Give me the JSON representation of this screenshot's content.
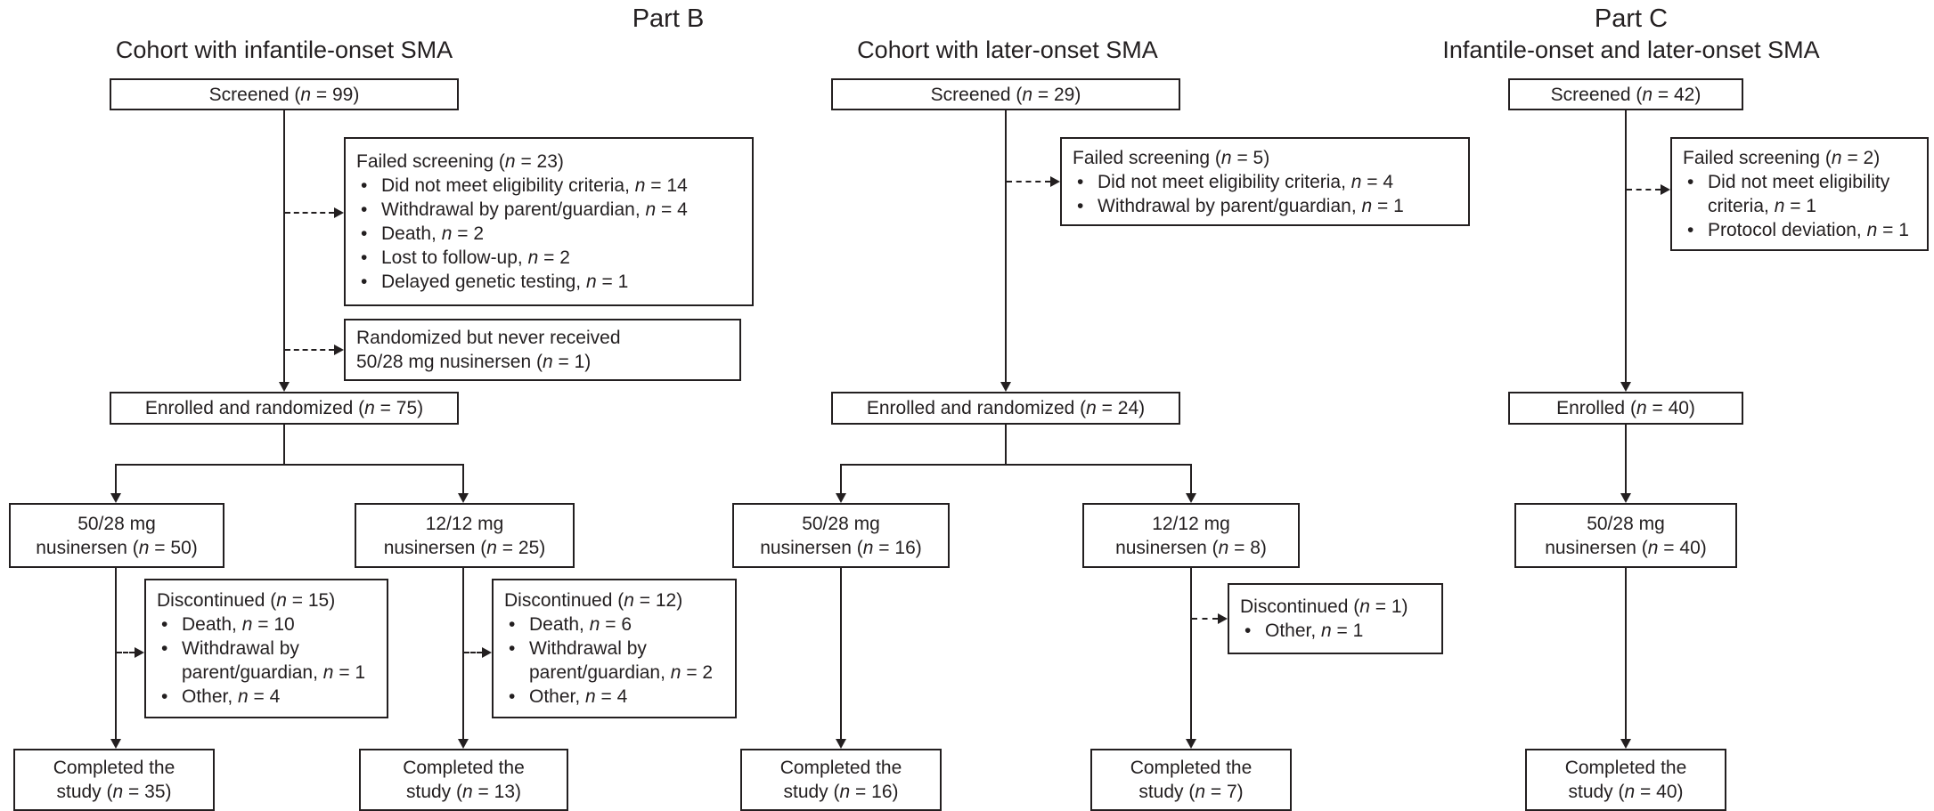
{
  "colors": {
    "ink": "#231f20",
    "background": "#ffffff"
  },
  "glyphs": {
    "bullet": "•"
  },
  "part_b": {
    "title": "Part B",
    "infantile": {
      "cohort_title": "Cohort with infantile-onset SMA",
      "screened": "Screened (n = 99)",
      "failed_screening": {
        "title": "Failed screening (n = 23)",
        "bullets": [
          "Did not meet eligibility criteria, n = 14",
          "Withdrawal by parent/guardian, n = 4",
          "Death, n = 2",
          "Lost to follow-up, n = 2",
          "Delayed genetic testing, n = 1"
        ]
      },
      "randomized_never_received": "Randomized but never received\n50/28 mg nusinersen (n = 1)",
      "enrolled": "Enrolled and randomized (n = 75)",
      "arm_5028": "50/28 mg\nnusinersen (n = 50)",
      "arm_1212": "12/12 mg\nnusinersen (n = 25)",
      "discontinued_5028": {
        "title": "Discontinued (n = 15)",
        "bullets": [
          "Death, n = 10",
          "Withdrawal by\nparent/guardian, n = 1",
          "Other, n = 4"
        ]
      },
      "discontinued_1212": {
        "title": "Discontinued (n = 12)",
        "bullets": [
          "Death, n = 6",
          "Withdrawal by\nparent/guardian, n = 2",
          "Other, n = 4"
        ]
      },
      "completed_5028": "Completed the\nstudy (n = 35)",
      "completed_1212": "Completed the\nstudy (n = 13)"
    },
    "later": {
      "cohort_title": "Cohort with later-onset SMA",
      "screened": "Screened (n = 29)",
      "failed_screening": {
        "title": "Failed screening (n = 5)",
        "bullets": [
          "Did not meet eligibility criteria, n = 4",
          "Withdrawal by parent/guardian, n = 1"
        ]
      },
      "enrolled": "Enrolled and randomized (n = 24)",
      "arm_5028": "50/28 mg\nnusinersen (n = 16)",
      "arm_1212": "12/12 mg\nnusinersen (n = 8)",
      "discontinued_1212": {
        "title": "Discontinued (n = 1)",
        "bullets": [
          "Other, n = 1"
        ]
      },
      "completed_5028": "Completed the\nstudy (n = 16)",
      "completed_1212": "Completed the\nstudy (n = 7)"
    }
  },
  "part_c": {
    "title": "Part C",
    "cohort_title": "Infantile-onset and later-onset SMA",
    "screened": "Screened (n = 42)",
    "failed_screening": {
      "title": "Failed screening (n = 2)",
      "bullets": [
        "Did not meet eligibility\ncriteria, n = 1",
        "Protocol deviation, n = 1"
      ]
    },
    "enrolled": "Enrolled (n = 40)",
    "arm_5028": "50/28 mg\nnusinersen (n = 40)",
    "completed": "Completed the\nstudy (n = 40)"
  }
}
